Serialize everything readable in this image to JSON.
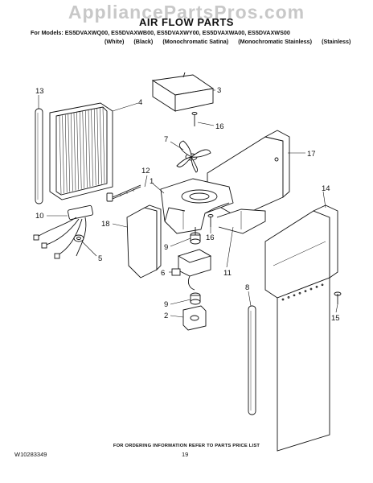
{
  "watermark": "AppliancePartsPros.com",
  "title": "AIR FLOW PARTS",
  "models": "For Models: ES5DVAXWQ00, ES5DVAXWB00, ES5DVAXWY00, ES5DVAXWA00, ES5DVAXWS00",
  "colors": [
    "(White)",
    "(Black)",
    "(Monochromatic Satina)",
    "(Monochromatic Stainless)",
    "(Stainless)"
  ],
  "callouts": [
    "13",
    "4",
    "3",
    "16",
    "7",
    "17",
    "12",
    "1",
    "14",
    "10",
    "18",
    "9",
    "16",
    "5",
    "11",
    "6",
    "8",
    "9",
    "2",
    "15"
  ],
  "footer_note": "FOR ORDERING INFORMATION REFER TO PARTS PRICE LIST",
  "doc_number": "W10283349",
  "page_number": "19"
}
